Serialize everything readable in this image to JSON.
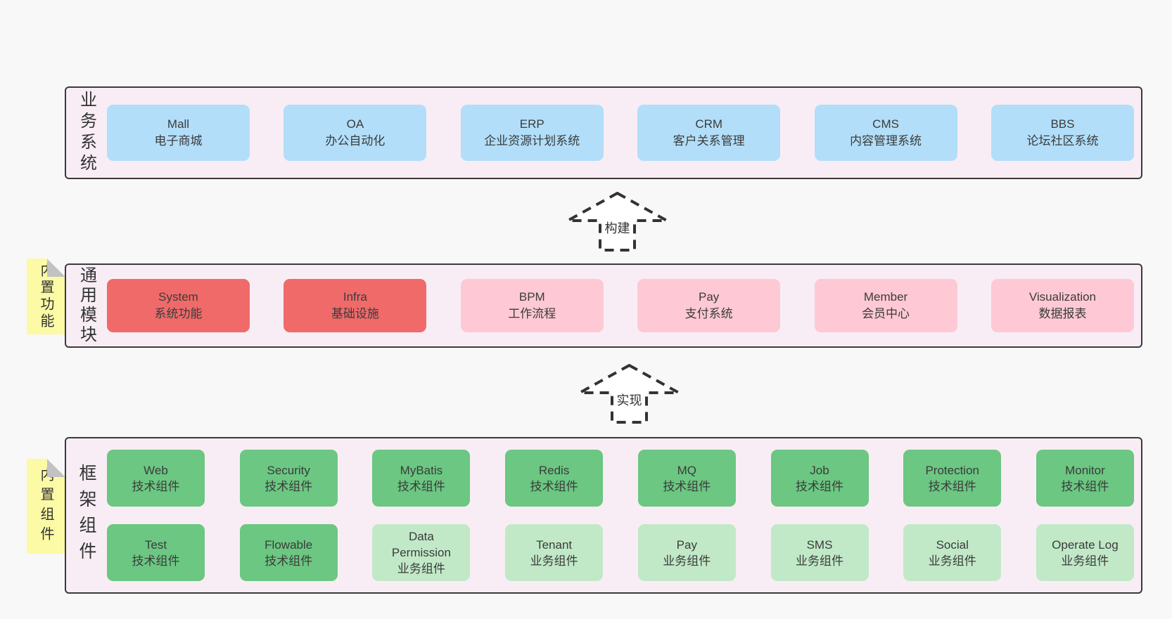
{
  "diagram": {
    "arrows": [
      {
        "label": "构建"
      },
      {
        "label": "实现"
      }
    ],
    "layers": [
      {
        "side_label": "业务系统",
        "tab": "",
        "rows": [
          [
            {
              "name": "Mall",
              "desc": "电子商城",
              "type": "blue"
            },
            {
              "name": "OA",
              "desc": "办公自动化",
              "type": "blue"
            },
            {
              "name": "ERP",
              "desc": "企业资源计划系统",
              "type": "blue"
            },
            {
              "name": "CRM",
              "desc": "客户关系管理",
              "type": "blue"
            },
            {
              "name": "CMS",
              "desc": "内容管理系统",
              "type": "blue"
            },
            {
              "name": "BBS",
              "desc": "论坛社区系统",
              "type": "blue"
            }
          ]
        ]
      },
      {
        "side_label": "通用模块",
        "tab": "内置功能",
        "rows": [
          [
            {
              "name": "System",
              "desc": "系统功能",
              "type": "red"
            },
            {
              "name": "Infra",
              "desc": "基础设施",
              "type": "red"
            },
            {
              "name": "BPM",
              "desc": "工作流程",
              "type": "pink"
            },
            {
              "name": "Pay",
              "desc": "支付系统",
              "type": "pink"
            },
            {
              "name": "Member",
              "desc": "会员中心",
              "type": "pink"
            },
            {
              "name": "Visualization",
              "desc": "数据报表",
              "type": "pink"
            }
          ]
        ]
      },
      {
        "side_label": "框架组件",
        "tab": "内置组件",
        "rows": [
          [
            {
              "name": "Web",
              "desc": "技术组件",
              "type": "green"
            },
            {
              "name": "Security",
              "desc": "技术组件",
              "type": "green"
            },
            {
              "name": "MyBatis",
              "desc": "技术组件",
              "type": "green"
            },
            {
              "name": "Redis",
              "desc": "技术组件",
              "type": "green"
            },
            {
              "name": "MQ",
              "desc": "技术组件",
              "type": "green"
            },
            {
              "name": "Job",
              "desc": "技术组件",
              "type": "green"
            },
            {
              "name": "Protection",
              "desc": "技术组件",
              "type": "green"
            },
            {
              "name": "Monitor",
              "desc": "技术组件",
              "type": "green"
            }
          ],
          [
            {
              "name": "Test",
              "desc": "技术组件",
              "type": "green"
            },
            {
              "name": "Flowable",
              "desc": "技术组件",
              "type": "green"
            },
            {
              "name": "Data Permission",
              "desc": "业务组件",
              "type": "green_light"
            },
            {
              "name": "Tenant",
              "desc": "业务组件",
              "type": "green_light"
            },
            {
              "name": "Pay",
              "desc": "业务组件",
              "type": "green_light"
            },
            {
              "name": "SMS",
              "desc": "业务组件",
              "type": "green_light"
            },
            {
              "name": "Social",
              "desc": "业务组件",
              "type": "green_light"
            },
            {
              "name": "Operate Log",
              "desc": "业务组件",
              "type": "green_light"
            }
          ]
        ]
      }
    ],
    "colors": {
      "page_bg": "#f8f8f8",
      "panel_bg": "#f8edf5",
      "panel_border": "#3a3a3a",
      "blue": "#b2def9",
      "red": "#f06a6a",
      "pink": "#fec9d4",
      "green": "#6bc781",
      "green_light": "#c1e9c7",
      "tab_yellow": "#fcfaa4",
      "tab_fold": "#c2c2c2",
      "arrow_fill": "#ffffff",
      "text": "#3d3d3d"
    }
  }
}
